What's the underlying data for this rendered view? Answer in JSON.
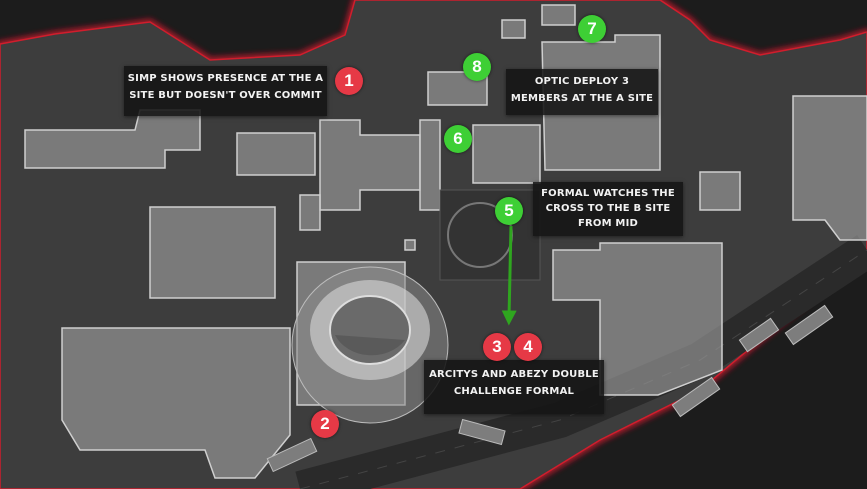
{
  "colors": {
    "enemy_marker": "#e63946",
    "ally_marker": "#3ecf35",
    "arrow": "#2fa61f",
    "boundary": "#d11d2c"
  },
  "markers": [
    {
      "label": "1",
      "team": "red"
    },
    {
      "label": "2",
      "team": "red"
    },
    {
      "label": "3",
      "team": "red"
    },
    {
      "label": "4",
      "team": "red"
    },
    {
      "label": "5",
      "team": "green"
    },
    {
      "label": "6",
      "team": "green"
    },
    {
      "label": "7",
      "team": "green"
    },
    {
      "label": "8",
      "team": "green"
    }
  ],
  "callouts": {
    "simp": {
      "line1": "SIMP SHOWS PRESENCE AT THE A",
      "line2": "SITE BUT DOESN'T OVER COMMIT"
    },
    "optic": {
      "line1": "OPTIC DEPLOY 3",
      "line2": "MEMBERS AT THE A SITE"
    },
    "formal": {
      "line1": "FORMAL WATCHES THE",
      "line2": "CROSS TO THE B SITE",
      "line3": "FROM MID"
    },
    "arcitys": {
      "line1": "ARCITYS AND ABEZY DOUBLE",
      "line2": "CHALLENGE FORMAL"
    }
  }
}
